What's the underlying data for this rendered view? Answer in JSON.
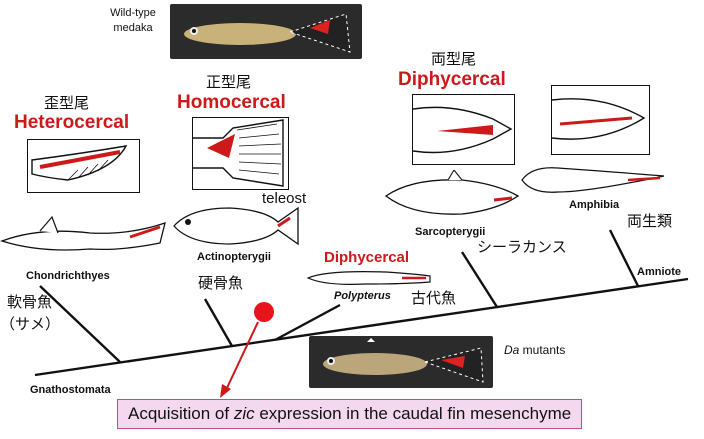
{
  "header": {
    "wild_type_line1": "Wild-type",
    "wild_type_line2": "medaka"
  },
  "tail_types": {
    "heterocercal": {
      "jp": "歪型尾",
      "en": "Heterocercal"
    },
    "homocercal": {
      "jp": "正型尾",
      "en": "Homocercal"
    },
    "diphycercal": {
      "jp": "両型尾",
      "en": "Diphycercal"
    }
  },
  "taxa": {
    "chondrichthyes": {
      "en": "Chondrichthyes",
      "jp_line1": "軟骨魚",
      "jp_line2": "（サメ）"
    },
    "actinopterygii": {
      "en": "Actinopterygii",
      "jp": "硬骨魚",
      "note": "teleost"
    },
    "polypterus": {
      "title": "Diphycercal",
      "en": "Polypterus",
      "jp": "古代魚"
    },
    "sarcopterygii": {
      "en": "Sarcopterygii",
      "jp": "シーラカンス"
    },
    "amphibia": {
      "en": "Amphibia",
      "jp": "両生類"
    },
    "amniote": {
      "en": "Amniote"
    },
    "gnathostomata": {
      "en": "Gnathostomata"
    }
  },
  "mutant": {
    "prefix": "Da",
    "suffix": " mutants"
  },
  "banner": {
    "before": "Acquisition of ",
    "italic": "zic",
    "after": " expression in the caudal fin mesenchyme"
  },
  "colors": {
    "red": "#cc1a1a",
    "event_dot": "#e8141c",
    "banner_fill": "#f4d8ef",
    "banner_border": "#c44a8e",
    "photo_bg": "#2b2b2b"
  }
}
